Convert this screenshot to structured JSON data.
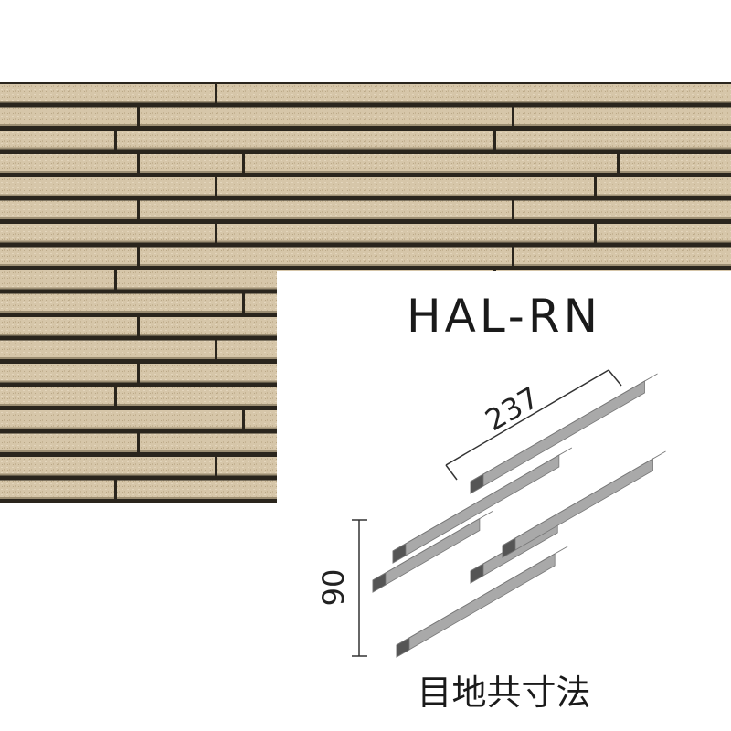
{
  "product": {
    "code": "HAL-RN",
    "joint_label": "目地共寸法"
  },
  "dimensions": {
    "length": "237",
    "height": "90"
  },
  "colors": {
    "tile_face": "#d9c9ad",
    "tile_shadow": "#9c8e73",
    "joint": "#222019",
    "diagram_top": "#e4e4e4",
    "diagram_side": "#a9a9a9",
    "diagram_end": "#555555"
  }
}
